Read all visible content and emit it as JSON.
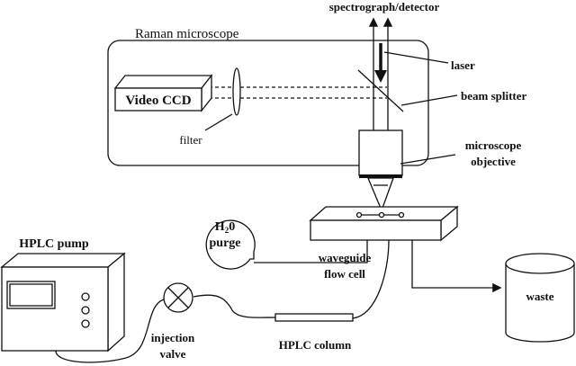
{
  "labels": {
    "spectrograph": "spectrograph/detector",
    "raman_microscope": "Raman microscope",
    "video_ccd": "Video CCD",
    "filter": "filter",
    "laser": "laser",
    "beam_splitter": "beam splitter",
    "objective_line1": "microscope",
    "objective_line2": "objective",
    "purge_line1": "H",
    "purge_sub": "2",
    "purge_line1_end": "0",
    "purge_line2": "purge",
    "hplc_pump": "HPLC pump",
    "injection_line1": "injection",
    "injection_line2": "valve",
    "flow_cell_line1": "waveguide",
    "flow_cell_line2": "flow cell",
    "hplc_column": "HPLC column",
    "waste": "waste"
  }
}
